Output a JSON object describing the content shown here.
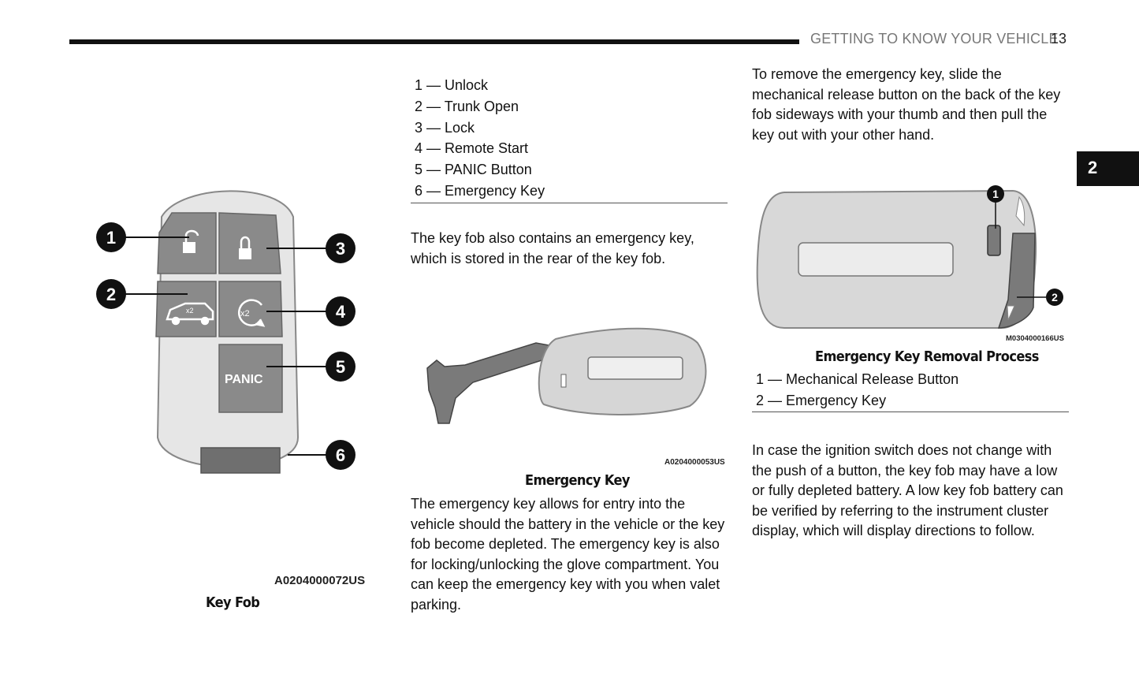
{
  "header": {
    "section_title": "GETTING TO KNOW YOUR VEHICLE",
    "page_number": "13",
    "chapter_tab": "2"
  },
  "figure_key_fob": {
    "callouts": [
      "1",
      "2",
      "3",
      "4",
      "5",
      "6"
    ],
    "panic_label": "PANIC",
    "x2_label": "x2",
    "image_code": "A0204000072US",
    "caption": "Key Fob"
  },
  "key_fob_legend": [
    "1 — Unlock",
    "2 — Trunk Open",
    "3 — Lock",
    "4 — Remote Start",
    "5 — PANIC Button",
    "6 — Emergency Key"
  ],
  "middle_column": {
    "paragraph_1": "The key fob also contains an emergency key, which is stored in the rear of the key fob.",
    "figure_code": "A0204000053US",
    "figure_caption": "Emergency Key",
    "paragraph_2": "The emergency key allows for entry into the vehicle should the battery in the vehicle or the key fob become depleted. The emergency key is also for locking/unlocking the glove compartment. You can keep the emergency key with you when valet parking."
  },
  "right_column": {
    "paragraph_1": "To remove the emergency key, slide the mechanical release button on the back of the key fob sideways with your thumb and then pull the key out with your other hand.",
    "figure_callouts": [
      "1",
      "2"
    ],
    "figure_code": "M0304000166US",
    "figure_caption": "Emergency Key Removal Process",
    "legend": [
      "1 — Mechanical Release Button",
      "2 — Emergency Key"
    ],
    "paragraph_2": "In case the ignition switch does not change with the push of a button, the key fob may have a low or fully depleted battery. A low key fob battery can be verified by referring to the instrument cluster display, which will display directions to follow."
  }
}
